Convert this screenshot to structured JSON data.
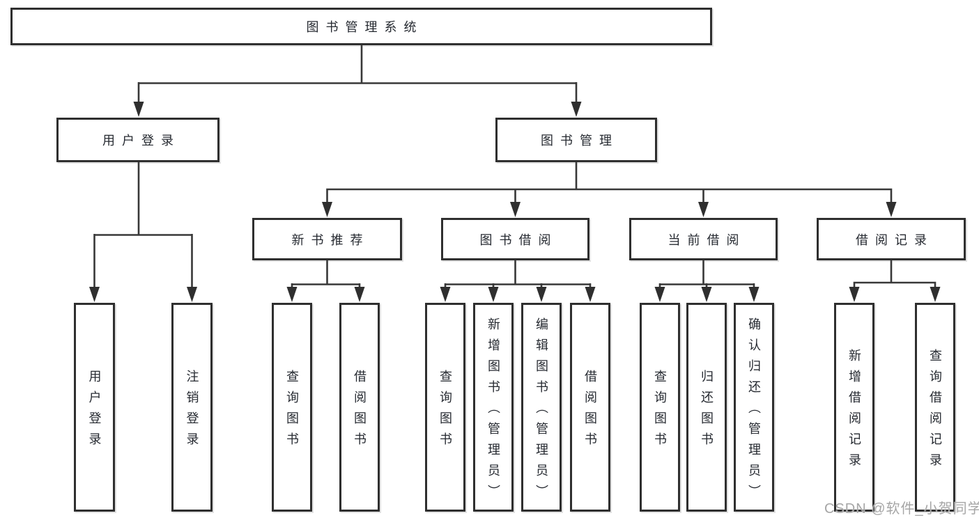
{
  "diagram_title": "图书管理系统",
  "tree": {
    "root": {
      "label": "图书管理系统"
    },
    "branches": [
      {
        "label": "用户登录",
        "leaves": [
          "用户登录",
          "注销登录"
        ]
      },
      {
        "label": "图书管理",
        "groups": [
          {
            "label": "新书推荐",
            "leaves": [
              "查询图书",
              "借阅图书"
            ]
          },
          {
            "label": "图书借阅",
            "leaves": [
              "查询图书",
              "新增图书（管理员）",
              "编辑图书（管理员）",
              "借阅图书"
            ]
          },
          {
            "label": "当前借阅",
            "leaves": [
              "查询图书",
              "归还图书",
              "确认归还（管理员）"
            ]
          },
          {
            "label": "借阅记录",
            "leaves": [
              "新增借阅记录",
              "查询借阅记录"
            ]
          }
        ]
      }
    ]
  },
  "watermark": {
    "text": "CSDN @软件_小贺同学"
  },
  "colors": {
    "line": "#383838",
    "arrow": "#2f2f2f",
    "box_border": "#2f2f2f",
    "text": "#262a31",
    "watermark": "#a6a6a6",
    "background": "#ffffff"
  }
}
